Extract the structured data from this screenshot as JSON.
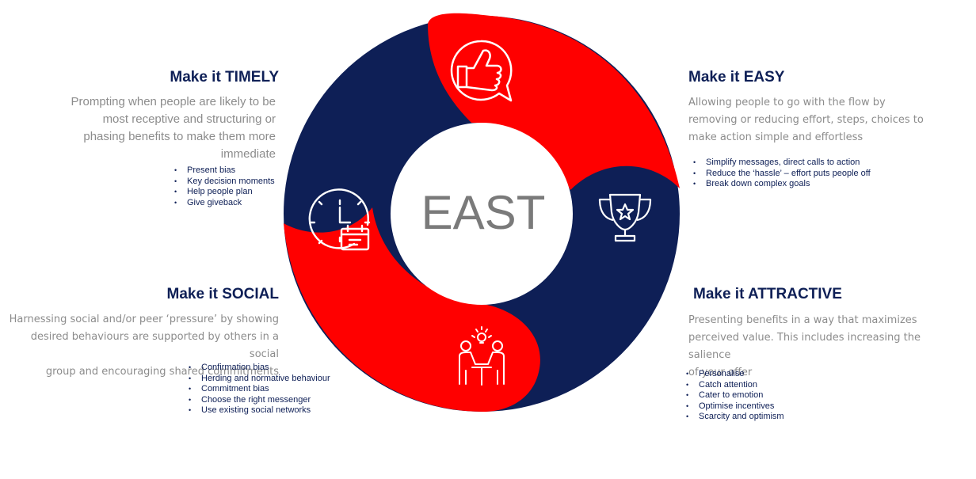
{
  "diagram": {
    "center_label": "EAST",
    "colors": {
      "red": "#ff0000",
      "navy": "#0e1f56",
      "text_grey": "#8c8c8c",
      "center_text": "#7a7a7a"
    },
    "icons": [
      "thumbs-up-speech-bubble-icon",
      "trophy-star-icon",
      "people-idea-table-icon",
      "clock-calendar-icon"
    ],
    "timely": {
      "heading": "Make it TIMELY",
      "description": [
        "Prompting when people are likely to be",
        "most receptive and structuring  or",
        "phasing benefits to make them more",
        "immediate"
      ],
      "bullets": [
        "Present bias",
        "Key decision moments",
        "Help people plan",
        "Give giveback"
      ]
    },
    "easy": {
      "heading": "Make it EASY",
      "description": [
        "Allowing people to go with the flow by",
        "removing or reducing effort, steps, choices to",
        "make action simple and effortless"
      ],
      "bullets": [
        "Simplify messages, direct calls to action",
        "Reduce the ‘hassle’ – effort puts people off",
        "Break down complex goals"
      ]
    },
    "social": {
      "heading": "Make it SOCIAL",
      "description": [
        "Harnessing social and/or peer ‘pressure’ by showing",
        "desired behaviours are supported  by others in a social",
        "group and encouraging shared commitments"
      ],
      "bullets": [
        "Confirmation bias",
        "Herding and normative behaviour",
        "Commitment bias",
        "Choose the right messenger",
        "Use existing social networks"
      ]
    },
    "attractive": {
      "heading": "Make it ATTRACTIVE",
      "description": [
        "Presenting benefits in a way that maximizes",
        "perceived value. This includes increasing the salience",
        "of your offer"
      ],
      "bullets": [
        "Personalise",
        "Catch attention",
        "Cater to emotion",
        "Optimise incentives",
        "Scarcity and optimism"
      ]
    }
  }
}
